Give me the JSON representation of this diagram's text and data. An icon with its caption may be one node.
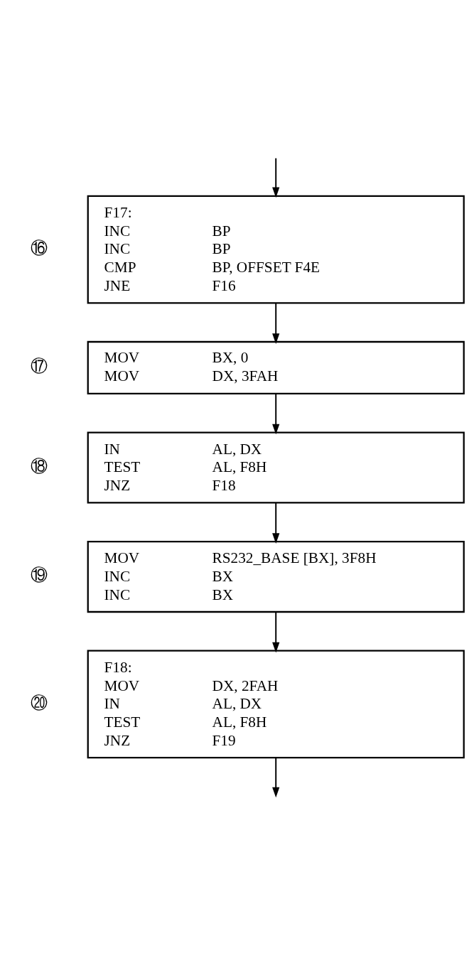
{
  "diagram": {
    "nodes": [
      {
        "text": [
          "F17:",
          "INC BP",
          "INC BP",
          "CMP BP, OFFSET F4E",
          "JNE F16"
        ],
        "beside": [
          "⑯"
        ]
      },
      {
        "text": [
          "MOV BX, 0",
          "MOV DX, 3FAH"
        ],
        "beside": [
          "⑰"
        ]
      },
      {
        "text": [
          "IN AL, DX",
          "TEST AL, F8H",
          "JNZ F18"
        ],
        "beside": [
          "⑱"
        ]
      },
      {
        "text": [
          "MOV RS232_BASE [BX], 3F8H",
          "INC BX",
          "INC BX"
        ],
        "beside": [
          "⑲"
        ]
      },
      {
        "text": [
          "F18:",
          "MOV DX, 2FAH",
          "IN AL, DX",
          "TEST AL, F8H",
          "JNZ F19"
        ],
        "beside": [
          "⑳"
        ]
      }
    ],
    "edges": [
      {
        "from": null,
        "to": 0,
        "arrow": "to"
      },
      {
        "from": 0,
        "to": 1,
        "arrow": "to"
      },
      {
        "from": 1,
        "to": 2,
        "arrow": "to"
      },
      {
        "from": 2,
        "to": 3,
        "arrow": "to"
      },
      {
        "from": 3,
        "to": 4,
        "arrow": "to"
      },
      {
        "from": 4,
        "to": null,
        "arrow": "to"
      }
    ]
  }
}
